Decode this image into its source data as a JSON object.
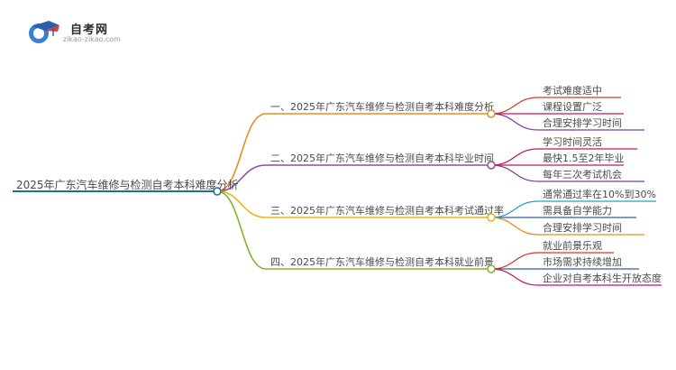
{
  "logo": {
    "title": "自考网",
    "url": "zikao-zikao.com"
  },
  "mindmap": {
    "root": {
      "label": "2025年广东汽车维修与检测自考本科难度分析",
      "color": "#1f6f97"
    },
    "branches": [
      {
        "label": "一、2025年广东汽车维修与检测自考本科难度分析",
        "color": "#ef8a1f",
        "children": [
          {
            "label": "考试难度适中",
            "color": "#d13b2f"
          },
          {
            "label": "课程设置广泛",
            "color": "#c2185b"
          },
          {
            "label": "合理安排学习时间",
            "color": "#7b3f99"
          }
        ]
      },
      {
        "label": "二、2025年广东汽车维修与检测自考本科毕业时间",
        "color": "#8e4f9e",
        "children": [
          {
            "label": "学习时间灵活",
            "color": "#c2185b"
          },
          {
            "label": "最快1.5至2年毕业",
            "color": "#c2185b"
          },
          {
            "label": "每年三次考试机会",
            "color": "#7b3f99"
          }
        ]
      },
      {
        "label": "三、2025年广东汽车维修与检测自考本科考试通过率",
        "color": "#e9b418",
        "children": [
          {
            "label": "通常通过率在10%到30%",
            "color": "#1aa3c9"
          },
          {
            "label": "需具备自学能力",
            "color": "#2e5fa8"
          },
          {
            "label": "合理安排学习时间",
            "color": "#ef8a1f"
          }
        ]
      },
      {
        "label": "四、2025年广东汽车维修与检测自考本科就业前景",
        "color": "#7cb52a",
        "children": [
          {
            "label": "就业前景乐观",
            "color": "#d13b2f"
          },
          {
            "label": "市场需求持续增加",
            "color": "#2e5fa8"
          },
          {
            "label": "企业对自考本科生开放态度",
            "color": "#c2185b"
          }
        ]
      }
    ]
  }
}
